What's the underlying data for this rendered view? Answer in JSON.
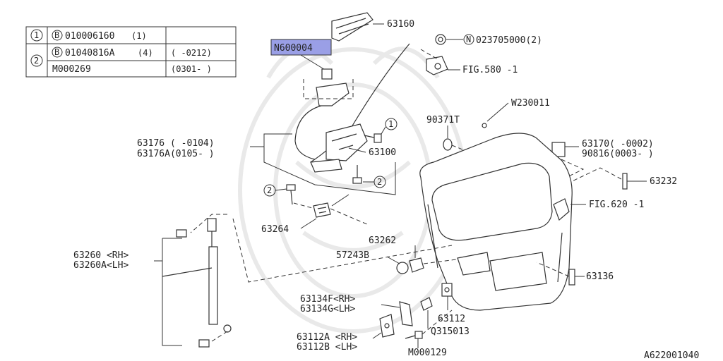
{
  "legend_table": {
    "row1": {
      "num": "1",
      "b": "B",
      "part": "010006160",
      "qty": "(1)"
    },
    "row2a": {
      "num": "2",
      "b": "B",
      "part": "01040816A",
      "qty": "(4)",
      "range": "(   -0212)"
    },
    "row2b": {
      "part": "M000269",
      "range": "(0301-   )"
    }
  },
  "callouts": {
    "n600004": "N600004",
    "p63160": "63160",
    "p023705000_n": "N",
    "p023705000": "023705000(2)",
    "fig580": "FIG.580 -1",
    "w230011": "W230011",
    "p90371t": "90371T",
    "p63176": "63176 (   -0104)",
    "p63176a": "63176A(0105-   )",
    "p63100": "63100",
    "c1": "1",
    "c2a": "2",
    "c2b": "2",
    "p63170": "63170(   -0002)",
    "p90816": "90816(0003-   )",
    "p63232": "63232",
    "fig620": "FIG.620 -1",
    "p63264": "63264",
    "p63262": "63262",
    "p57243b": "57243B",
    "p63260": "63260 <RH>",
    "p63260a": "63260A<LH>",
    "p63136": "63136",
    "p63134f": "63134F<RH>",
    "p63134g": "63134G<LH>",
    "p63112": "63112",
    "q315013": "Q315013",
    "p63112a": "63112A <RH>",
    "p63112b": "63112B <LH>",
    "m000129": "M000129",
    "diagram_id": "A622001040"
  }
}
